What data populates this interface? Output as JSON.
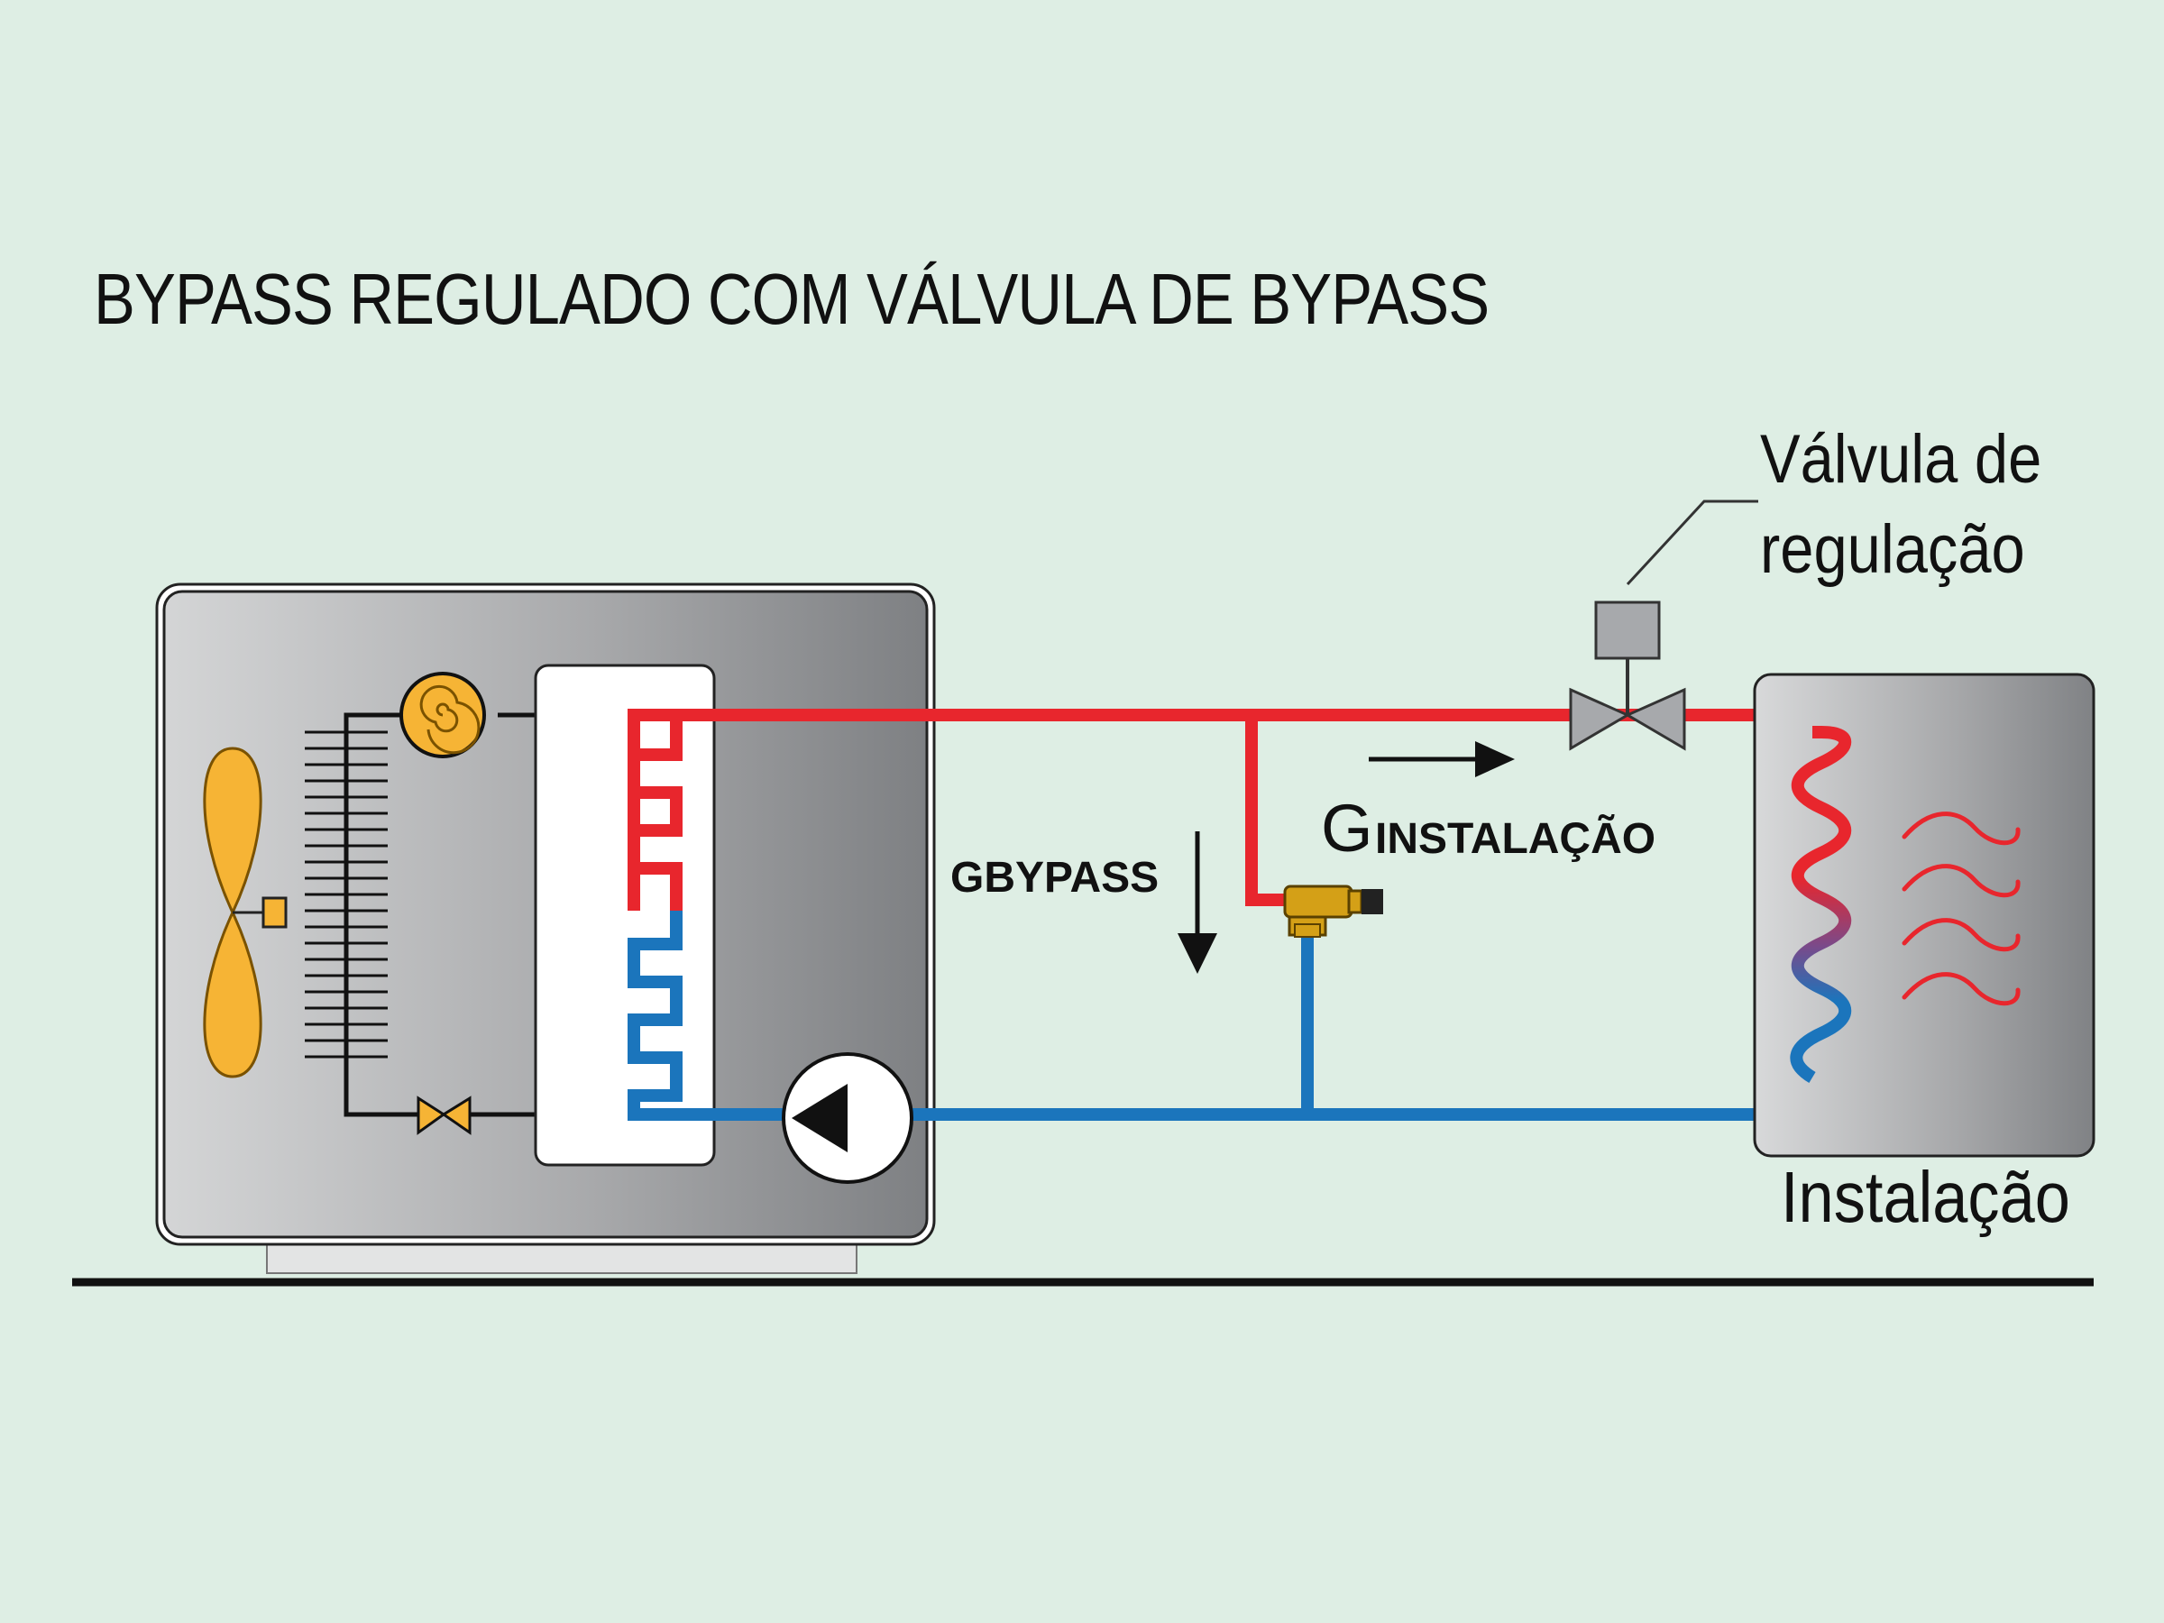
{
  "title": "BYPASS REGULADO COM VÁLVULA DE BYPASS",
  "labels": {
    "valve_line1": "Válvula de",
    "valve_line2": "regulação",
    "installation": "Instalação",
    "gbypass": "GBYPASS",
    "g_installation_g": "G",
    "g_installation_sub": "INSTALAÇÃO"
  },
  "colors": {
    "background": "#deeee4",
    "hot_pipe": "#e8262d",
    "cold_pipe": "#1b75bc",
    "fan": "#f6b435",
    "valve_body": "#d4a017"
  }
}
